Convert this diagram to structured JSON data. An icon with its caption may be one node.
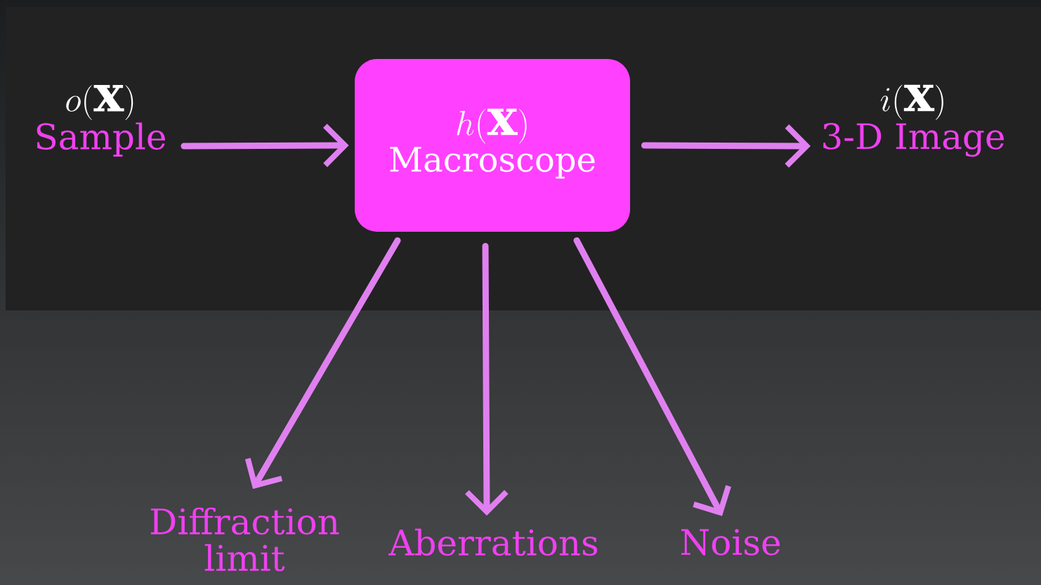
{
  "diagram": {
    "nodes": [
      {
        "text": [
          "o(\\mathbf{x})",
          "Sample"
        ]
      },
      {
        "text": [
          "h(\\mathbf{x})",
          "Macroscope"
        ]
      },
      {
        "text": [
          "i(\\mathbf{x})",
          "3-D Image"
        ]
      },
      {
        "text": [
          "Diffraction limit"
        ]
      },
      {
        "text": [
          "Aberrations"
        ]
      },
      {
        "text": [
          "Noise"
        ]
      }
    ],
    "edges": [
      {
        "from": 0,
        "to": 1,
        "arrow": "to"
      },
      {
        "from": 1,
        "to": 2,
        "arrow": "to"
      },
      {
        "from": 1,
        "to": 3,
        "arrow": "to"
      },
      {
        "from": 1,
        "to": 4,
        "arrow": "to"
      },
      {
        "from": 1,
        "to": 5,
        "arrow": "to"
      }
    ]
  }
}
